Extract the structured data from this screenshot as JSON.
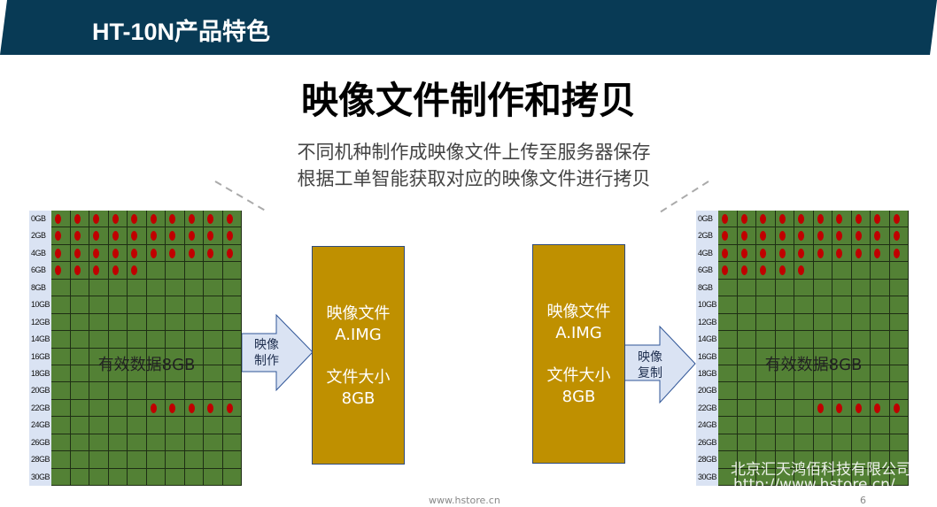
{
  "header": {
    "title": "HT-10N产品特色",
    "bg_color": "#083a55"
  },
  "main_title": "映像文件制作和拷贝",
  "subtitle": [
    "不同机种制作成映像文件上传至服务器保存",
    "根据工单智能获取对应的映像文件进行拷贝"
  ],
  "disk_grid": {
    "row_labels": [
      "0GB",
      "2GB",
      "4GB",
      "6GB",
      "8GB",
      "10GB",
      "12GB",
      "14GB",
      "16GB",
      "18GB",
      "20GB",
      "22GB",
      "24GB",
      "26GB",
      "28GB",
      "30GB"
    ],
    "columns": 10,
    "filled": [
      [
        0,
        1,
        2,
        3,
        4,
        5,
        6,
        7,
        8,
        9
      ],
      [
        0,
        1,
        2,
        3,
        4,
        5,
        6,
        7,
        8,
        9
      ],
      [
        0,
        1,
        2,
        3,
        4,
        5,
        6,
        7,
        8,
        9
      ],
      [
        0,
        1,
        2,
        3,
        4
      ],
      [],
      [],
      [],
      [],
      [],
      [],
      [],
      [
        5,
        6,
        7,
        8,
        9
      ],
      [],
      [],
      [],
      []
    ],
    "label": "有效数据8GB",
    "grid_color": "#538135",
    "dot_color": "#c00000"
  },
  "left_arrow": {
    "line1": "映像",
    "line2": "制作"
  },
  "right_arrow": {
    "line1": "映像",
    "line2": "复制"
  },
  "image_box": {
    "line1": "映像文件",
    "line2": "A.IMG",
    "line3": "文件大小",
    "line4": "8GB",
    "color": "#bf9000"
  },
  "watermark": {
    "company": "北京汇天鸿佰科技有限公司",
    "url": "http://www.hstore.cn/"
  },
  "footer": {
    "site": "www.hstore.cn",
    "page": "6"
  }
}
